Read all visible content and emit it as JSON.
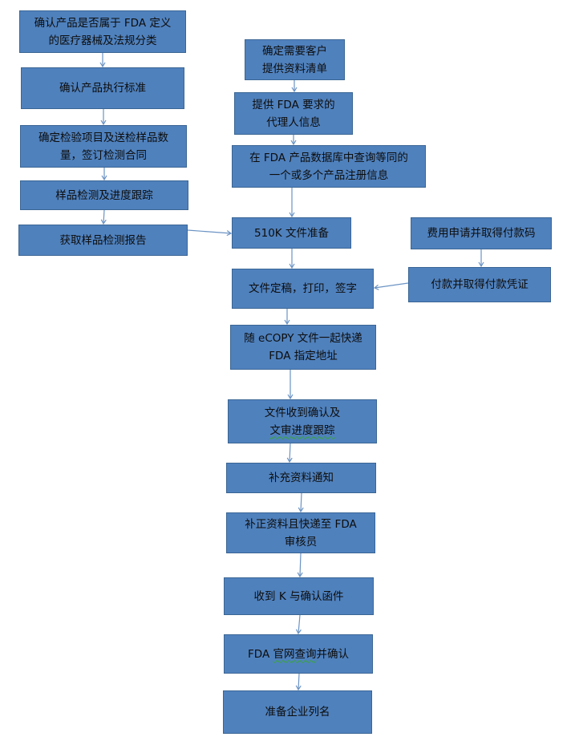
{
  "diagram": {
    "type": "flowchart",
    "box_color": "#4f81bd",
    "border_color": "#3a6594",
    "arrow_color": "#6b93c4",
    "left_column": [
      {
        "id": "L1",
        "label": "确认产品是否属于 FDA 定义\n的医疗器械及法规分类"
      },
      {
        "id": "L2",
        "label": "确认产品执行标准"
      },
      {
        "id": "L3",
        "label": "确定检验项目及送检样品数\n量，签订检测合同"
      },
      {
        "id": "L4",
        "label": "样品检测及进度跟踪"
      },
      {
        "id": "L5",
        "label": "获取样品检测报告"
      }
    ],
    "center_column": [
      {
        "id": "C1",
        "label": "确定需要客户\n提供资料清单"
      },
      {
        "id": "C2",
        "label": "提供 FDA 要求的\n代理人信息"
      },
      {
        "id": "C3",
        "label": "在 FDA 产品数据库中查询等同的\n一个或多个产品注册信息"
      },
      {
        "id": "C4",
        "label": "510K 文件准备"
      },
      {
        "id": "C5",
        "label": "文件定稿，打印，签字"
      },
      {
        "id": "C6",
        "label": "随 eCOPY 文件一起快递\nFDA 指定地址"
      },
      {
        "id": "C7",
        "label_line1": "文件收到确认及",
        "label_line2": "文审进度跟踪"
      },
      {
        "id": "C8",
        "label": "补充资料通知"
      },
      {
        "id": "C9",
        "label": "补正资料且快递至 FDA\n审核员"
      },
      {
        "id": "C10",
        "label": "收到 K 与确认函件"
      },
      {
        "id": "C11",
        "label_prefix": "FDA ",
        "label_marked": "官网查询",
        "label_suffix": "并确认"
      },
      {
        "id": "C12",
        "label": "准备企业列名"
      }
    ],
    "right_column": [
      {
        "id": "R1",
        "label": "费用申请并取得付款码"
      },
      {
        "id": "R2",
        "label": "付款并取得付款凭证"
      }
    ],
    "edges": [
      [
        "L1",
        "L2"
      ],
      [
        "L2",
        "L3"
      ],
      [
        "L3",
        "L4"
      ],
      [
        "L4",
        "L5"
      ],
      [
        "L5",
        "C4"
      ],
      [
        "C1",
        "C2"
      ],
      [
        "C2",
        "C3"
      ],
      [
        "C3",
        "C4"
      ],
      [
        "C4",
        "C5"
      ],
      [
        "C5",
        "C6"
      ],
      [
        "C6",
        "C7"
      ],
      [
        "C7",
        "C8"
      ],
      [
        "C8",
        "C9"
      ],
      [
        "C9",
        "C10"
      ],
      [
        "C10",
        "C11"
      ],
      [
        "C11",
        "C12"
      ],
      [
        "R1",
        "R2"
      ],
      [
        "R2",
        "C5"
      ]
    ]
  }
}
